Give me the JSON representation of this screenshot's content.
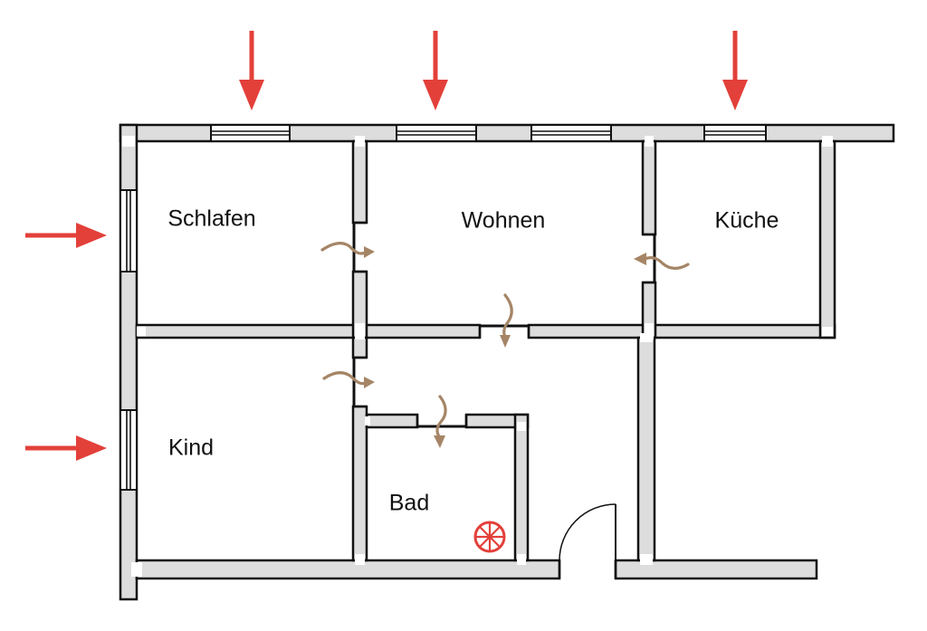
{
  "rooms": {
    "schlafen": "Schlafen",
    "wohnen": "Wohnen",
    "kueche": "Küche",
    "kind": "Kind",
    "bad": "Bad"
  },
  "colors": {
    "wall_fill": "#dddddd",
    "outline": "#111111",
    "incoming_air_arrow": "#e3403a",
    "airflow_arrow": "#a58566",
    "exhaust_fan": "#e3403a"
  },
  "icons": {
    "incoming_air": "red-arrow-icon",
    "airflow": "wavy-arrow-icon",
    "exhaust_fan": "fan-icon"
  }
}
